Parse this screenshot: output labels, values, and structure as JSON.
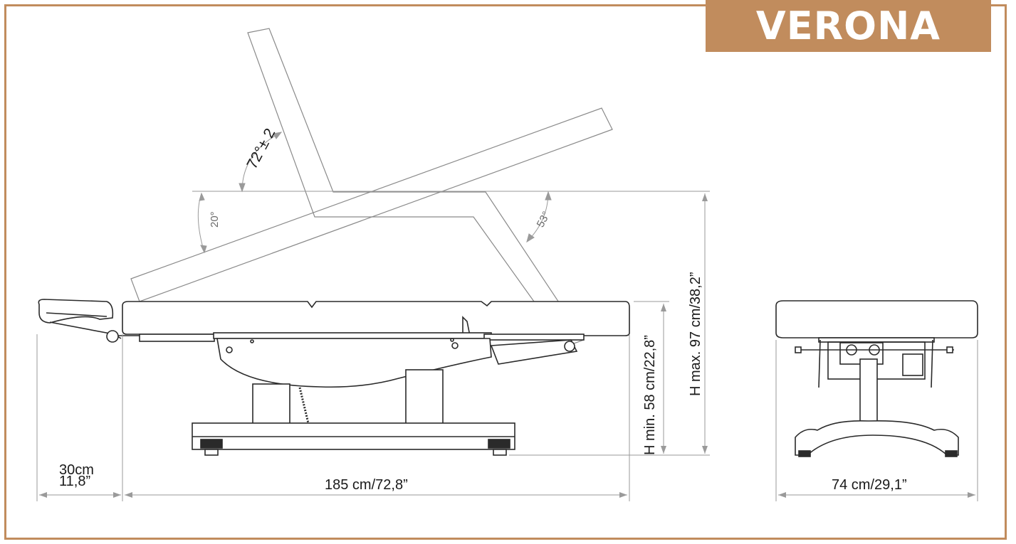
{
  "brand": {
    "title": "VERONA",
    "accent_color": "#c18c5d"
  },
  "side_view": {
    "angle_backrest": "72°± 2",
    "angle_head": "20°",
    "angle_leg": "53°",
    "height_max": "H max. 97 cm/38,2”",
    "height_min": "H min. 58 cm/22,8”",
    "length": "185 cm/72,8”",
    "headrest_cm": "30cm",
    "headrest_in": "11,8”"
  },
  "front_view": {
    "width": "74 cm/29,1”"
  }
}
